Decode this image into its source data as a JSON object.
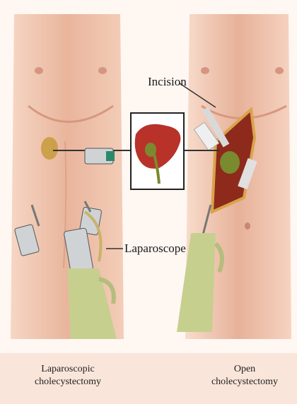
{
  "labels": {
    "incision": "Incision",
    "laparoscope": "Laparoscope"
  },
  "captions": {
    "left": {
      "line1": "Laparoscopic",
      "line2": "cholecystectomy"
    },
    "right": {
      "line1": "Open",
      "line2": "cholecystectomy"
    }
  },
  "colors": {
    "skin": "#e8b69d",
    "skin_shadow": "#d9957c",
    "background": "#fbe9df",
    "liver": "#b8322a",
    "gallbladder": "#7a8a2e",
    "glove": "#c7cf8f"
  }
}
